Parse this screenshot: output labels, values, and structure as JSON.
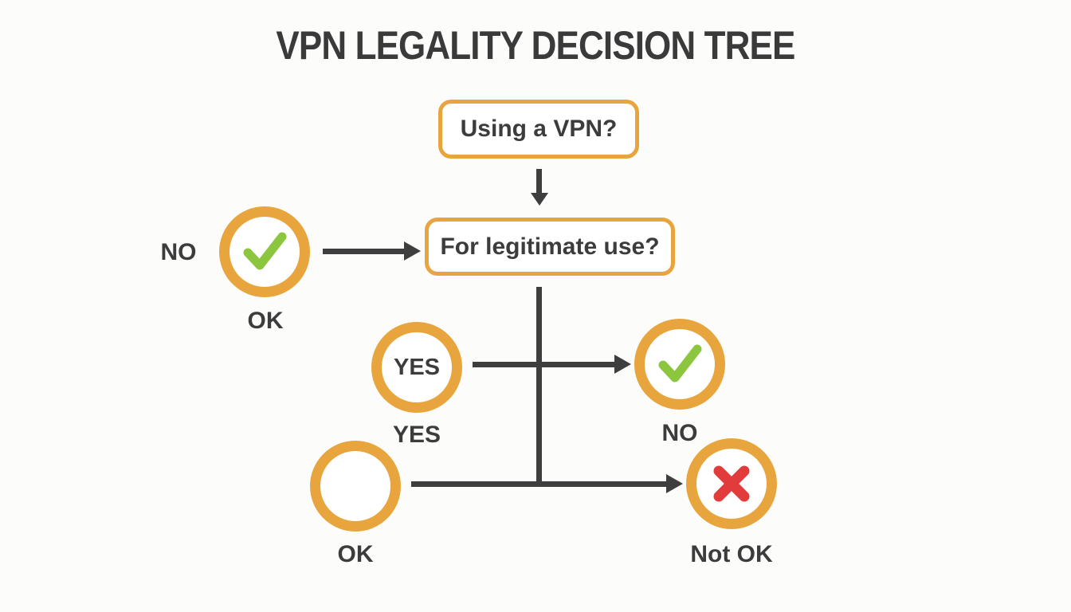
{
  "title": "VPN LEGALITY DECISION TREE",
  "colors": {
    "orange": "#E9A53D",
    "green": "#8CC63F",
    "red": "#E23B3B",
    "ink": "#3E3E3E",
    "text": "#3C3C3C",
    "bg": "#FCFCFB"
  },
  "chart_data": {
    "type": "table",
    "title": "VPN LEGALITY DECISION TREE",
    "note": "decision tree: Using a VPN? -> For legitimate use? ; NO -> OK (check), YES -> NO (check) / Not OK (x)"
  },
  "nodes": {
    "q_using": {
      "label": "Using a VPN?"
    },
    "q_legitimate": {
      "label": "For legitimate use?"
    },
    "no_answer": {
      "label": "NO"
    },
    "ok_check": {
      "caption": "OK",
      "icon": "check-icon"
    },
    "yes_circle": {
      "text": "YES",
      "caption": "YES"
    },
    "no_check": {
      "caption": "NO",
      "icon": "check-icon"
    },
    "empty_circle": {
      "caption": "OK"
    },
    "x_circle": {
      "caption": "Not OK",
      "icon": "x-icon"
    }
  }
}
